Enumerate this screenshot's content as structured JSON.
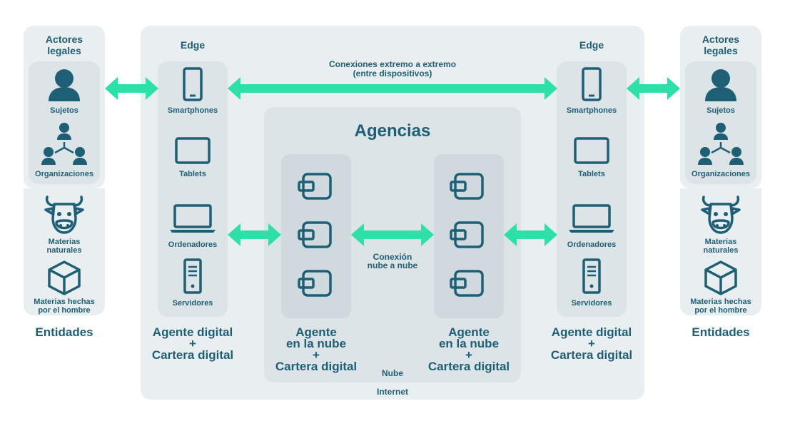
{
  "left": {
    "legal_title_1": "Actores",
    "legal_title_2": "legales",
    "subjects": "Sujetos",
    "organizations": "Organizaciones",
    "natural_1": "Materias",
    "natural_2": "naturales",
    "manmade_1": "Materias hechas",
    "manmade_2": "por el hombre",
    "entities": "Entidades"
  },
  "right": {
    "legal_title_1": "Actores",
    "legal_title_2": "legales",
    "subjects": "Sujetos",
    "organizations": "Organizaciones",
    "natural_1": "Materias",
    "natural_2": "naturales",
    "manmade_1": "Materias hechas",
    "manmade_2": "por el hombre",
    "entities": "Entidades"
  },
  "edge_left": {
    "title": "Edge",
    "smartphones": "Smartphones",
    "tablets": "Tablets",
    "computers": "Ordenadores",
    "servers": "Servidores",
    "agent_1": "Agente digital",
    "agent_2": "+",
    "agent_3": "Cartera digital"
  },
  "edge_right": {
    "title": "Edge",
    "smartphones": "Smartphones",
    "tablets": "Tablets",
    "computers": "Ordenadores",
    "servers": "Servidores",
    "agent_1": "Agente digital",
    "agent_2": "+",
    "agent_3": "Cartera digital"
  },
  "top_connection": {
    "line1": "Conexiones extremo a extremo",
    "line2": "(entre dispositivos)"
  },
  "agencies": {
    "title": "Agencias",
    "cloud_conn_1": "Conexión",
    "cloud_conn_2": "nube a nube",
    "left_agent_1": "Agente",
    "left_agent_2": "en la nube",
    "left_agent_3": "+",
    "left_agent_4": "Cartera digital",
    "right_agent_1": "Agente",
    "right_agent_2": "en la nube",
    "right_agent_3": "+",
    "right_agent_4": "Cartera digital",
    "cloud": "Nube"
  },
  "internet": "Internet",
  "colors": {
    "text": "#1f5f75",
    "arrow": "#2ee0a8",
    "panel": "#e9eef0",
    "panel_dark": "#dce4e7",
    "panel_darker": "#d0dade"
  }
}
